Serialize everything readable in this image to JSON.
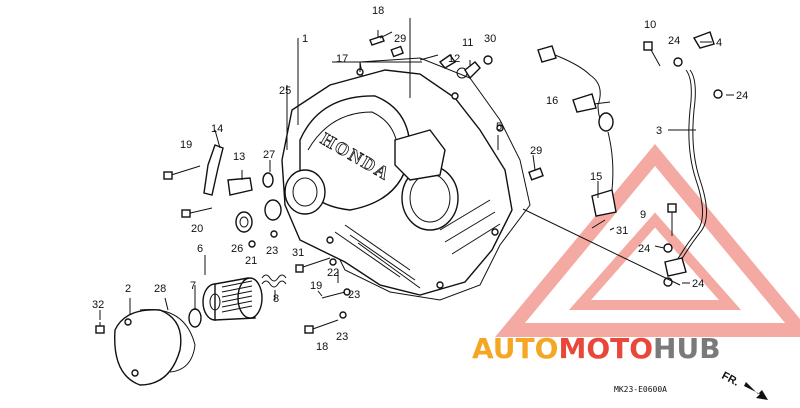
{
  "brand_text": "HONDA",
  "diagram_code": "MK23-E0600A",
  "direction_label": "FR.",
  "watermark": {
    "part_a": "AUTO",
    "part_b": "MOTO",
    "part_c": "HUB",
    "color_orange": "#f5a623",
    "color_red": "#e8473a",
    "color_gray": "#7a7a7a"
  },
  "callouts": [
    "1",
    "2",
    "3",
    "4",
    "5",
    "6",
    "7",
    "8",
    "9",
    "10",
    "11",
    "12",
    "13",
    "14",
    "15",
    "16",
    "17",
    "18",
    "19",
    "20",
    "21",
    "22",
    "23",
    "24",
    "25",
    "26",
    "27",
    "28",
    "29",
    "30",
    "31",
    "32"
  ],
  "labels": {
    "n18_top": "18",
    "n29_top": "29",
    "n11": "11",
    "n30": "30",
    "n12": "12",
    "n17": "17",
    "n1": "1",
    "n25": "25",
    "n14": "14",
    "n19_left": "19",
    "n13": "13",
    "n27": "27",
    "n20": "20",
    "n26": "26",
    "n21": "21",
    "n23_a": "23",
    "n6": "6",
    "n7": "7",
    "n31_mid": "31",
    "n22": "22",
    "n19_mid": "19",
    "n23_b": "23",
    "n8": "8",
    "n2": "2",
    "n28": "28",
    "n32": "32",
    "n18_bot": "18",
    "n23_c": "23",
    "n5": "5",
    "n29_right": "29",
    "n10": "10",
    "n24_top": "24",
    "n4": "4",
    "n16": "16",
    "n24_r": "24",
    "n3": "3",
    "n15": "15",
    "n31_right": "31",
    "n9": "9",
    "n24_mid": "24",
    "n24_bot": "24"
  }
}
